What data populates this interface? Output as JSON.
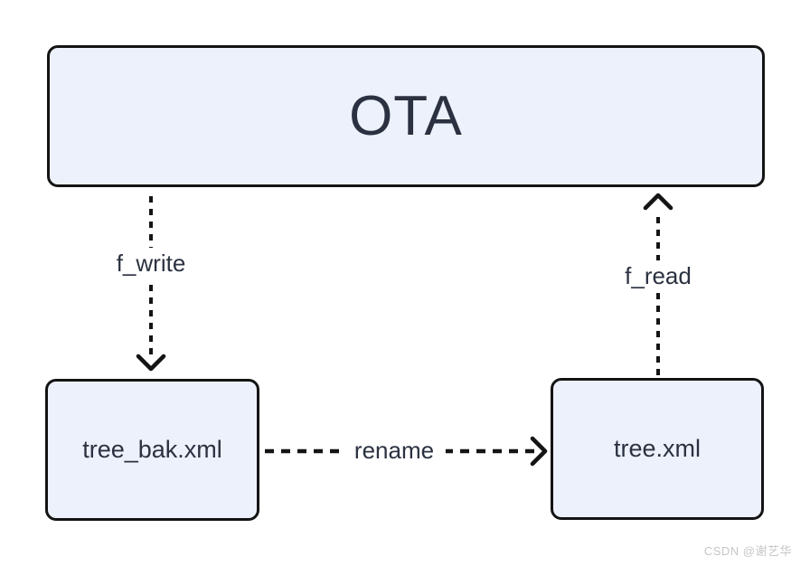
{
  "diagram": {
    "nodes": [
      {
        "id": "ota",
        "label": "OTA"
      },
      {
        "id": "tree_bak_xml",
        "label": "tree_bak.xml"
      },
      {
        "id": "tree_xml",
        "label": "tree.xml"
      }
    ],
    "edges": [
      {
        "id": "f_write",
        "label": "f_write",
        "from": "ota",
        "to": "tree_bak_xml",
        "direction": "down",
        "style": "dashed"
      },
      {
        "id": "rename",
        "label": "rename",
        "from": "tree_bak_xml",
        "to": "tree_xml",
        "direction": "right",
        "style": "dashed"
      },
      {
        "id": "f_read",
        "label": "f_read",
        "from": "tree_xml",
        "to": "ota",
        "direction": "up",
        "style": "dashed"
      }
    ]
  },
  "watermark": {
    "text": "CSDN @谢艺华"
  },
  "colors": {
    "node_fill": "#edf1fb",
    "node_border": "#141414",
    "edge_stroke": "#141414",
    "text": "#2b3140",
    "watermark_text": "#c6c6c6",
    "background": "#ffffff"
  }
}
